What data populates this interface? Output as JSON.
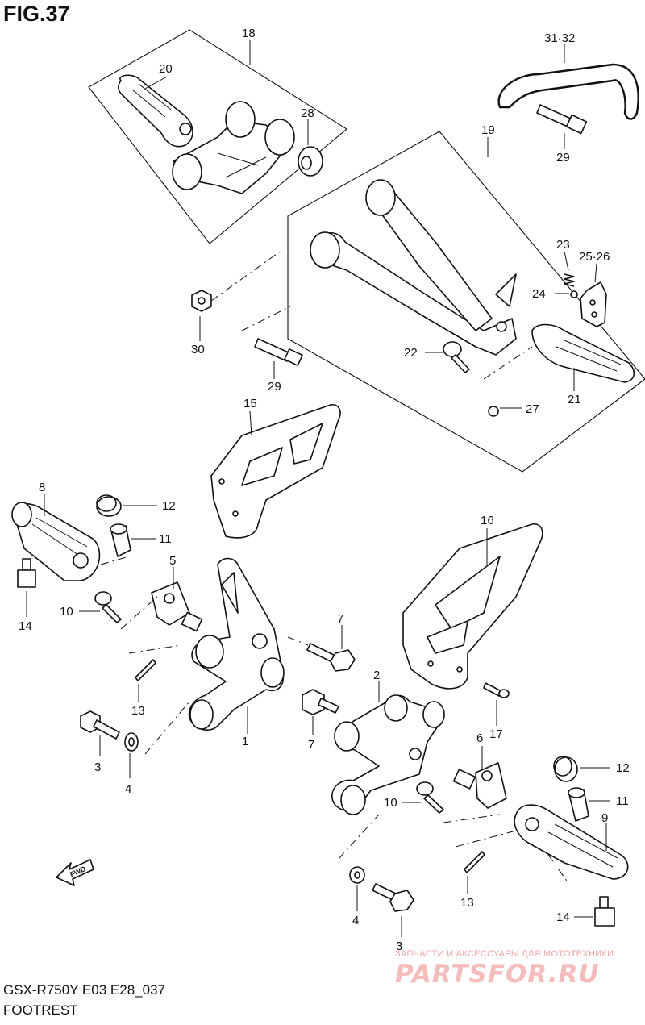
{
  "figure": {
    "title": "FIG.37"
  },
  "footer": {
    "model_code": "GSX-R750Y E03 E28_037",
    "section_name": "FOOTREST"
  },
  "watermark": {
    "tagline": "ЗАПЧАСТИ И АКСЕССУАРЫ ДЛЯ МОТОТЕХНИКИ",
    "brand": "PARTSFOR.RU",
    "color": "#f5bcbc"
  },
  "direction_badge": "FWD",
  "part_labels": {
    "p1": "1",
    "p2": "2",
    "p3a": "3",
    "p3b": "3",
    "p4a": "4",
    "p4b": "4",
    "p5": "5",
    "p6": "6",
    "p7a": "7",
    "p7b": "7",
    "p8": "8",
    "p9": "9",
    "p10a": "10",
    "p10b": "10",
    "p11a": "11",
    "p11b": "11",
    "p12a": "12",
    "p12b": "12",
    "p13a": "13",
    "p13b": "13",
    "p14a": "14",
    "p14b": "14",
    "p15": "15",
    "p16": "16",
    "p17": "17",
    "p18": "18",
    "p19": "19",
    "p20": "20",
    "p21": "21",
    "p22": "22",
    "p23": "23",
    "p24": "24",
    "p2526": "25·26",
    "p27": "27",
    "p28": "28",
    "p29a": "29",
    "p29b": "29",
    "p30": "30",
    "p3132": "31·32"
  },
  "colors": {
    "line": "#111111",
    "background": "#ffffff"
  }
}
